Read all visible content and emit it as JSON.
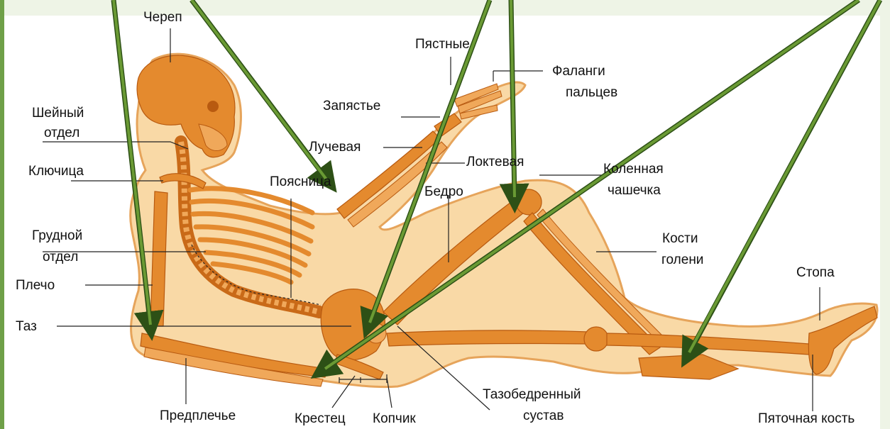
{
  "labels": {
    "skull": "Череп",
    "metacarpals": "Пястные",
    "phalanges_1": "Фаланги",
    "phalanges_2": "пальцев",
    "cervical_1": "Шейный",
    "cervical_2": "отдел",
    "wrist": "Запястье",
    "radius": "Лучевая",
    "ulna": "Локтевая",
    "clavicle": "Ключица",
    "lumbar": "Поясница",
    "femur": "Бедро",
    "kneecap_1": "Коленная",
    "kneecap_2": "чашечка",
    "thoracic_1": "Грудной",
    "thoracic_2": "отдел",
    "shin_1": "Кости",
    "shin_2": "голени",
    "foot": "Стопа",
    "shoulder": "Плечо",
    "pelvis": "Таз",
    "hip_joint_1": "Тазобедренный",
    "hip_joint_2": "сустав",
    "forearm": "Предплечье",
    "sacrum": "Крестец",
    "coccyx": "Копчик",
    "heel": "Пяточная кость"
  },
  "colors": {
    "bone": "#e48a2e",
    "skin": "#f9d9a6",
    "arrow": "#2d5016",
    "border_accent": "#6fa048"
  }
}
